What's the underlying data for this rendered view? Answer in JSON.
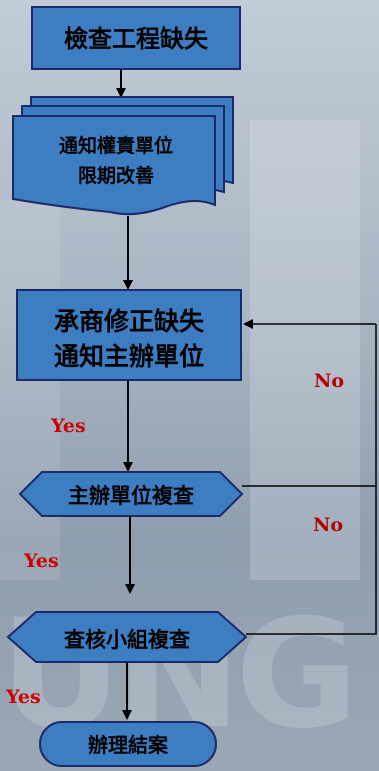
{
  "nodes": {
    "inspect": "檢查工程缺失",
    "notify_line1": "通知權責單位",
    "notify_line2": "限期改善",
    "fix_line1": "承商修正缺失",
    "fix_line2": "通知主辦單位",
    "review1": "主辦單位複查",
    "review2": "查核小組複查",
    "close": "辦理結案"
  },
  "edges": {
    "yes1": "Yes",
    "yes2": "Yes",
    "yes3": "Yes",
    "no1": "No",
    "no2": "No"
  },
  "background_text": "UNG",
  "colors": {
    "box_fill": "#3d7dc2",
    "box_stroke": "#1a2a6a",
    "arrow": "#000000",
    "yes_color": "#cc0000",
    "no_color": "#b30000"
  }
}
